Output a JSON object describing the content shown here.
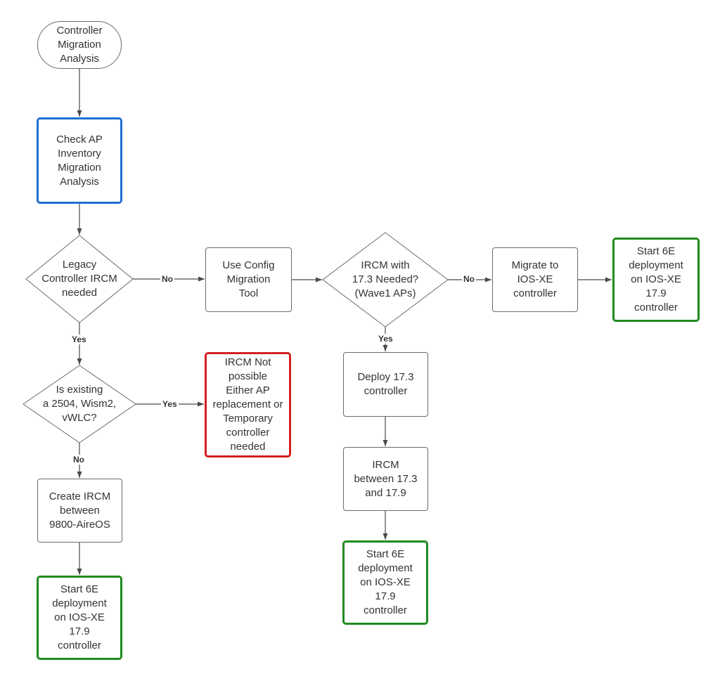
{
  "nodes": {
    "start": "Controller\nMigration\nAnalysis",
    "check_ap": "Check AP\nInventory\nMigration\nAnalysis",
    "legacy_ircm": "Legacy\nController IRCM\nneeded",
    "existing_2504": "Is existing\na  2504, Wism2,\nvWLC?",
    "ircm_not_possible": "IRCM Not\npossible\nEither AP\nreplacement or\nTemporary\ncontroller\nneeded",
    "create_ircm": "Create IRCM\nbetween\n9800-AireOS",
    "start_6e_left": "Start 6E\ndeployment\non IOS-XE\n17.9\ncontroller",
    "config_tool": "Use Config\nMigration\nTool",
    "ircm_173": "IRCM with\n17.3 Needed?\n(Wave1 APs)",
    "deploy_173": "Deploy 17.3\ncontroller",
    "ircm_between": "IRCM\nbetween 17.3\nand 17.9",
    "start_6e_middle": "Start 6E\ndeployment\non IOS-XE\n17.9\ncontroller",
    "migrate": "Migrate to\nIOS-XE\ncontroller",
    "start_6e_right": "Start 6E\ndeployment\non IOS-XE\n17.9\ncontroller"
  },
  "edge_labels": {
    "legacy_no": "No",
    "legacy_yes": "Yes",
    "existing_yes": "Yes",
    "existing_no": "No",
    "ircm173_no": "No",
    "ircm173_yes": "Yes"
  },
  "colors": {
    "line": "#4a4a4a",
    "border": "#6b6b6b",
    "blue": "#1f6fd1",
    "green": "#1f8a1f",
    "red": "#d42020",
    "text": "#333333"
  }
}
